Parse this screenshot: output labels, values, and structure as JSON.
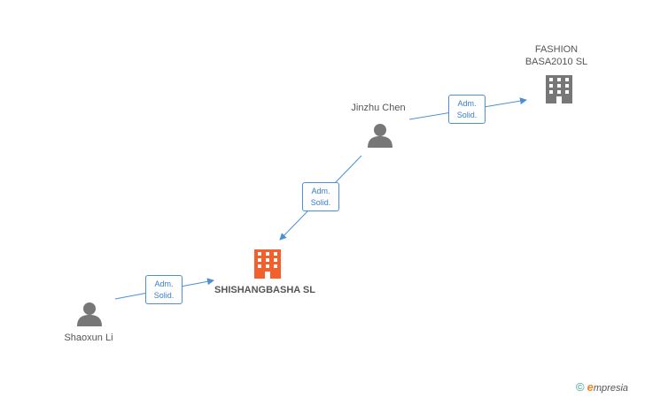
{
  "nodes": {
    "fashion": {
      "label_line1": "FASHION",
      "label_line2": "BASA2010 SL",
      "type": "company"
    },
    "jinzhu": {
      "label": "Jinzhu Chen",
      "type": "person"
    },
    "shishang": {
      "label": "SHISHANGBASHA SL",
      "type": "company-main"
    },
    "shaoxun": {
      "label": "Shaoxun Li",
      "type": "person"
    }
  },
  "edges": [
    {
      "from": "jinzhu",
      "to": "fashion",
      "line1": "Adm.",
      "line2": "Solid."
    },
    {
      "from": "jinzhu",
      "to": "shishang",
      "line1": "Adm.",
      "line2": "Solid."
    },
    {
      "from": "shaoxun",
      "to": "shishang",
      "line1": "Adm.",
      "line2": "Solid."
    }
  ],
  "colors": {
    "edge": "#4a8fd8",
    "person_icon": "#777777",
    "company_icon": "#777777",
    "main_company_icon": "#f4602b"
  },
  "footer": {
    "copyright": "©",
    "brand_e": "e",
    "brand_rest": "mpresia"
  }
}
